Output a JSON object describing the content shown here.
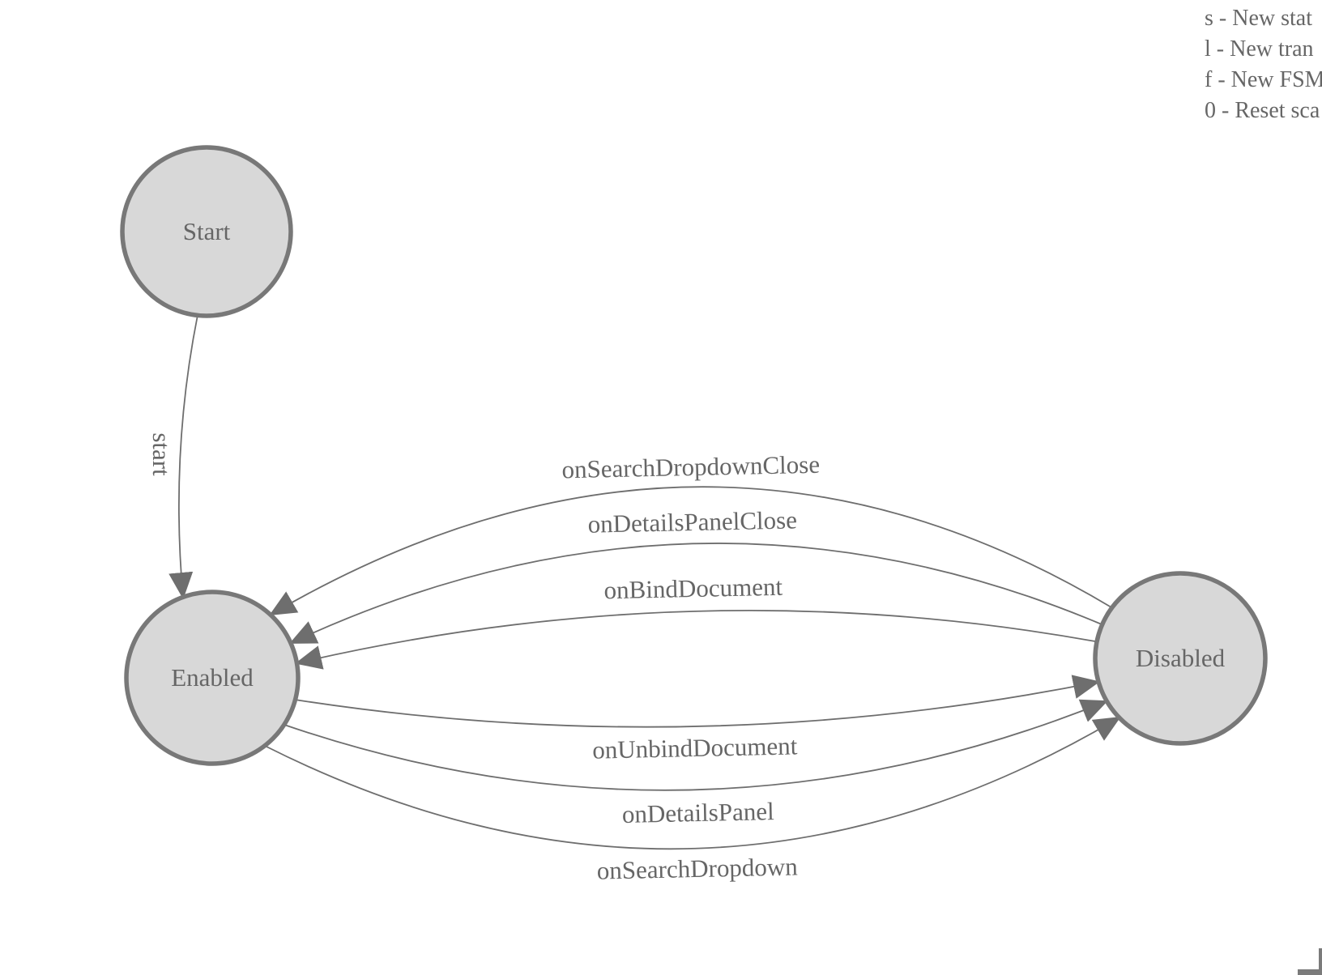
{
  "nodes": [
    {
      "id": "start",
      "label": "Start"
    },
    {
      "id": "enabled",
      "label": "Enabled"
    },
    {
      "id": "disabled",
      "label": "Disabled"
    }
  ],
  "edges": [
    {
      "label": "start",
      "from": "Start",
      "to": "Enabled"
    },
    {
      "label": "onSearchDropdownClose",
      "from": "Disabled",
      "to": "Enabled"
    },
    {
      "label": "onDetailsPanelClose",
      "from": "Disabled",
      "to": "Enabled"
    },
    {
      "label": "onBindDocument",
      "from": "Disabled",
      "to": "Enabled"
    },
    {
      "label": "onUnbindDocument",
      "from": "Enabled",
      "to": "Disabled"
    },
    {
      "label": "onDetailsPanel",
      "from": "Enabled",
      "to": "Disabled"
    },
    {
      "label": "onSearchDropdown",
      "from": "Enabled",
      "to": "Disabled"
    }
  ],
  "help": {
    "lines": [
      "s - New stat",
      "l - New tran",
      "f - New FSM",
      "0 - Reset sca"
    ]
  },
  "colors": {
    "background": "#ffffff",
    "node_fill": "#d8d8d8",
    "node_stroke": "#787878",
    "edge_line": "#6e6e6e",
    "text": "#666666"
  }
}
